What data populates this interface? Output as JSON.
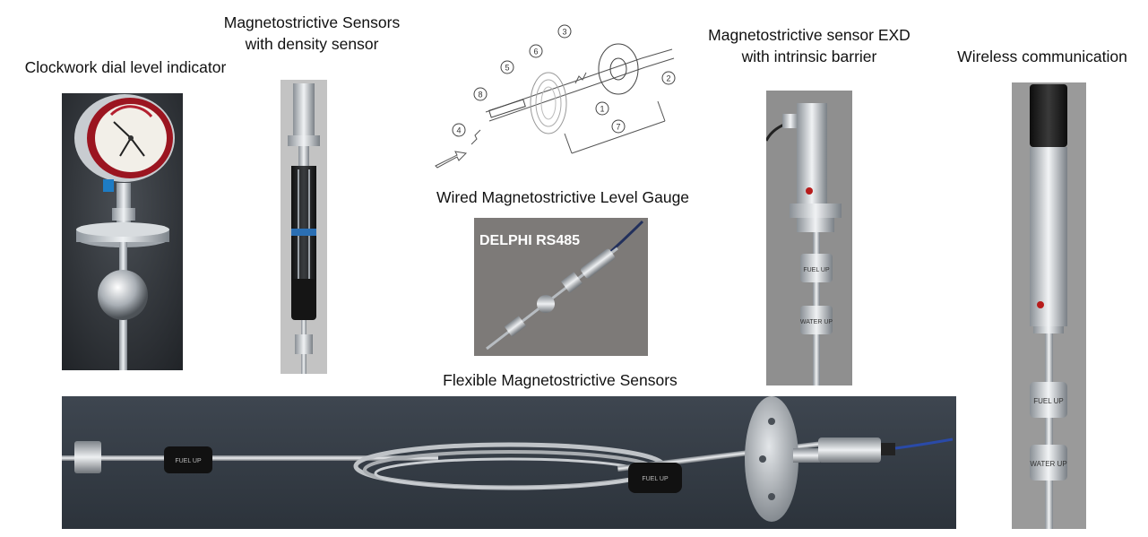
{
  "captions": {
    "clockwork": "Clockwork dial level indicator",
    "density_line1": "Magnetostrictive Sensors",
    "density_line2": "with density sensor",
    "wired": "Wired Magnetostrictive Level Gauge",
    "exd_line1": "Magnetostrictive sensor EXD",
    "exd_line2": "with intrinsic barrier",
    "wireless": "Wireless communication",
    "flexible": "Flexible Magnetostrictive Sensors"
  },
  "diagram": {
    "callouts": [
      "1",
      "2",
      "3",
      "4",
      "5",
      "6",
      "7",
      "8"
    ]
  },
  "wired_photo": {
    "overlay_text": "DELPHI RS485"
  },
  "float_labels": {
    "fuel": "FUEL UP",
    "water": "WATER UP"
  }
}
